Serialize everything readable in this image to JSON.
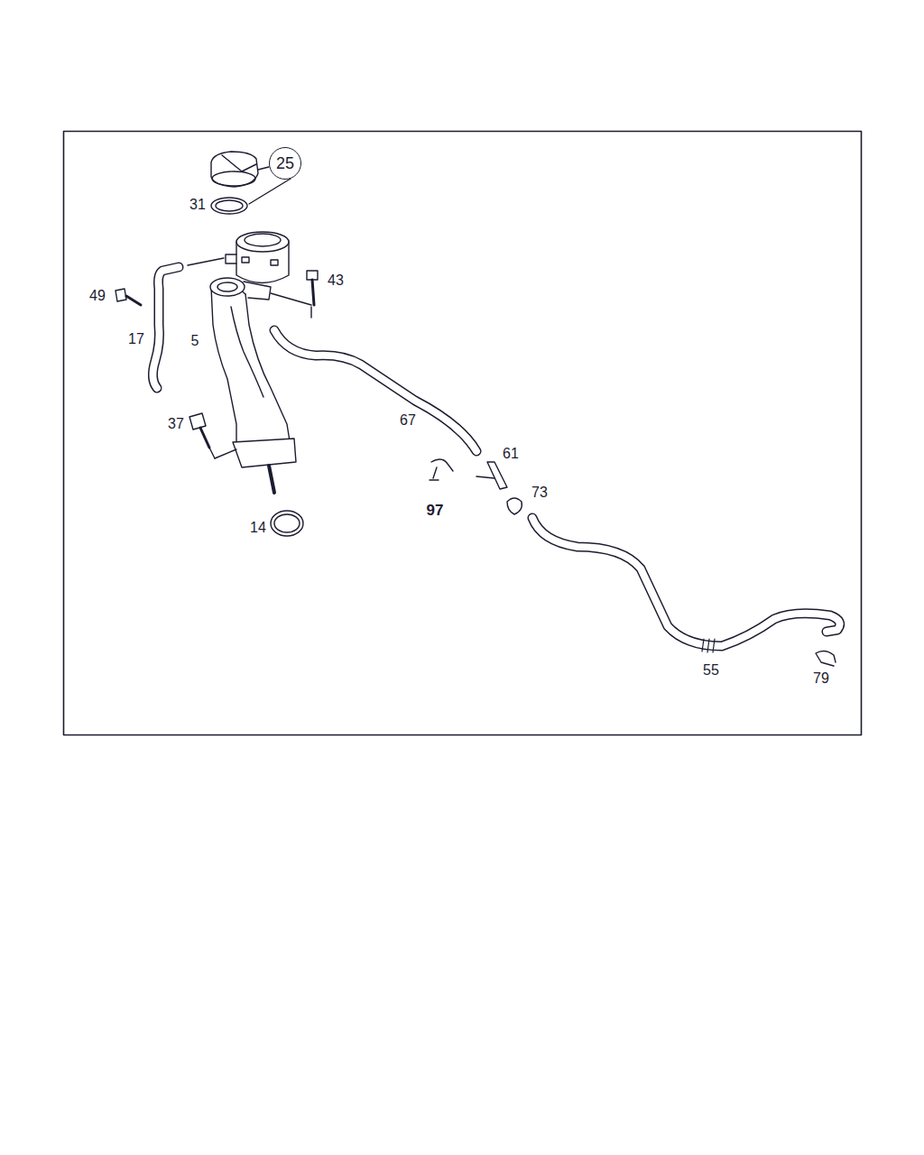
{
  "diagram": {
    "nodes": [
      {
        "text": [
          "25"
        ]
      }
    ],
    "labels": [
      "31",
      "43",
      "49",
      "17",
      "5",
      "67",
      "37",
      "61",
      "97",
      "73",
      "14",
      "55",
      "79"
    ]
  }
}
